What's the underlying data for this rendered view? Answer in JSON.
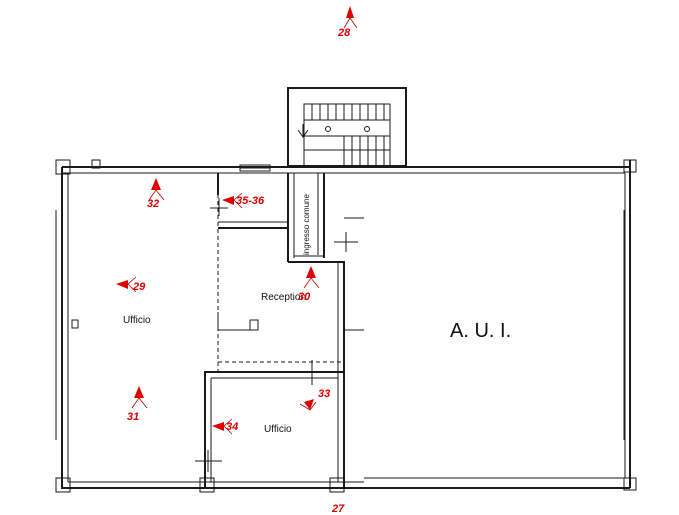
{
  "rooms": {
    "office_left": "Ufficio",
    "reception": "Reception",
    "office_small": "Ufficio",
    "aui": "A. U. I.",
    "entrance": "ingresso comune"
  },
  "markers": [
    "28",
    "32",
    "35-36",
    "29",
    "30",
    "31",
    "33",
    "34",
    "27"
  ],
  "colors": {
    "marker": "#e10000",
    "walls": "#1a1a1a"
  }
}
